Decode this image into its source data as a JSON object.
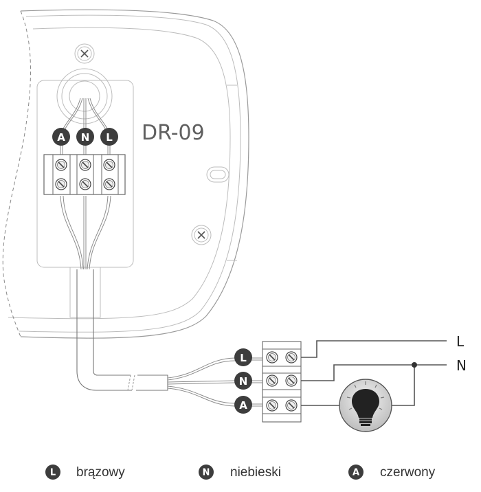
{
  "device": {
    "model_label": "DR-09",
    "internal_terminals": [
      "A",
      "N",
      "L"
    ]
  },
  "external_block": {
    "terminals": [
      "L",
      "N",
      "A"
    ]
  },
  "mains": {
    "lines": [
      "L",
      "N"
    ]
  },
  "load": {
    "icon": "light-bulb-icon"
  },
  "legend": [
    {
      "symbol": "L",
      "label": "brązowy"
    },
    {
      "symbol": "N",
      "label": "niebieski"
    },
    {
      "symbol": "A",
      "label": "czerwony"
    }
  ],
  "colors": {
    "badge": "#3d3d3d",
    "outline": "#9a9a9a",
    "wire": "#555555"
  }
}
